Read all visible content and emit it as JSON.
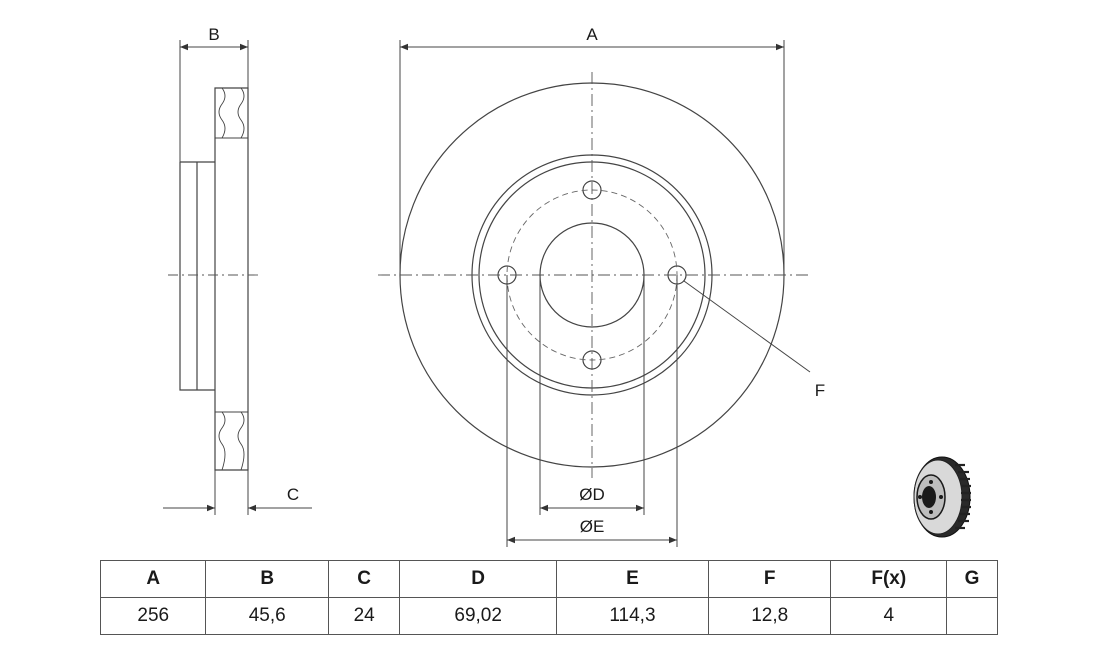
{
  "dimension_labels": {
    "A": "A",
    "B": "B",
    "C": "C",
    "D": "ØD",
    "E": "ØE",
    "F": "F"
  },
  "table": {
    "headers": [
      "A",
      "B",
      "C",
      "D",
      "E",
      "F",
      "F(x)",
      "G"
    ],
    "values": [
      "256",
      "45,6",
      "24",
      "69,02",
      "114,3",
      "12,8",
      "4",
      ""
    ]
  },
  "colors": {
    "line": "#444444",
    "thumbnail_dark": "#1a1a1a"
  }
}
